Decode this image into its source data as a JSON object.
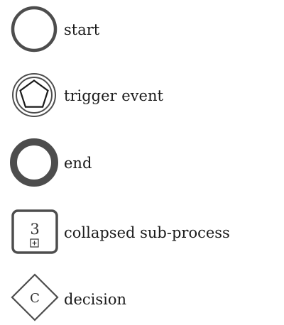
{
  "legend": {
    "colors": {
      "stroke": "#4d4d4d",
      "text": "#1a1a1a",
      "marker_text": "#333333"
    },
    "items": [
      {
        "label": "start",
        "icon": "start-event-icon"
      },
      {
        "label": "trigger event",
        "icon": "trigger-event-icon"
      },
      {
        "label": "end",
        "icon": "end-event-icon"
      },
      {
        "label": "collapsed sub-process",
        "icon": "collapsed-subprocess-icon",
        "marker": "3"
      },
      {
        "label": "decision",
        "icon": "decision-gateway-icon",
        "marker": "C"
      }
    ]
  }
}
